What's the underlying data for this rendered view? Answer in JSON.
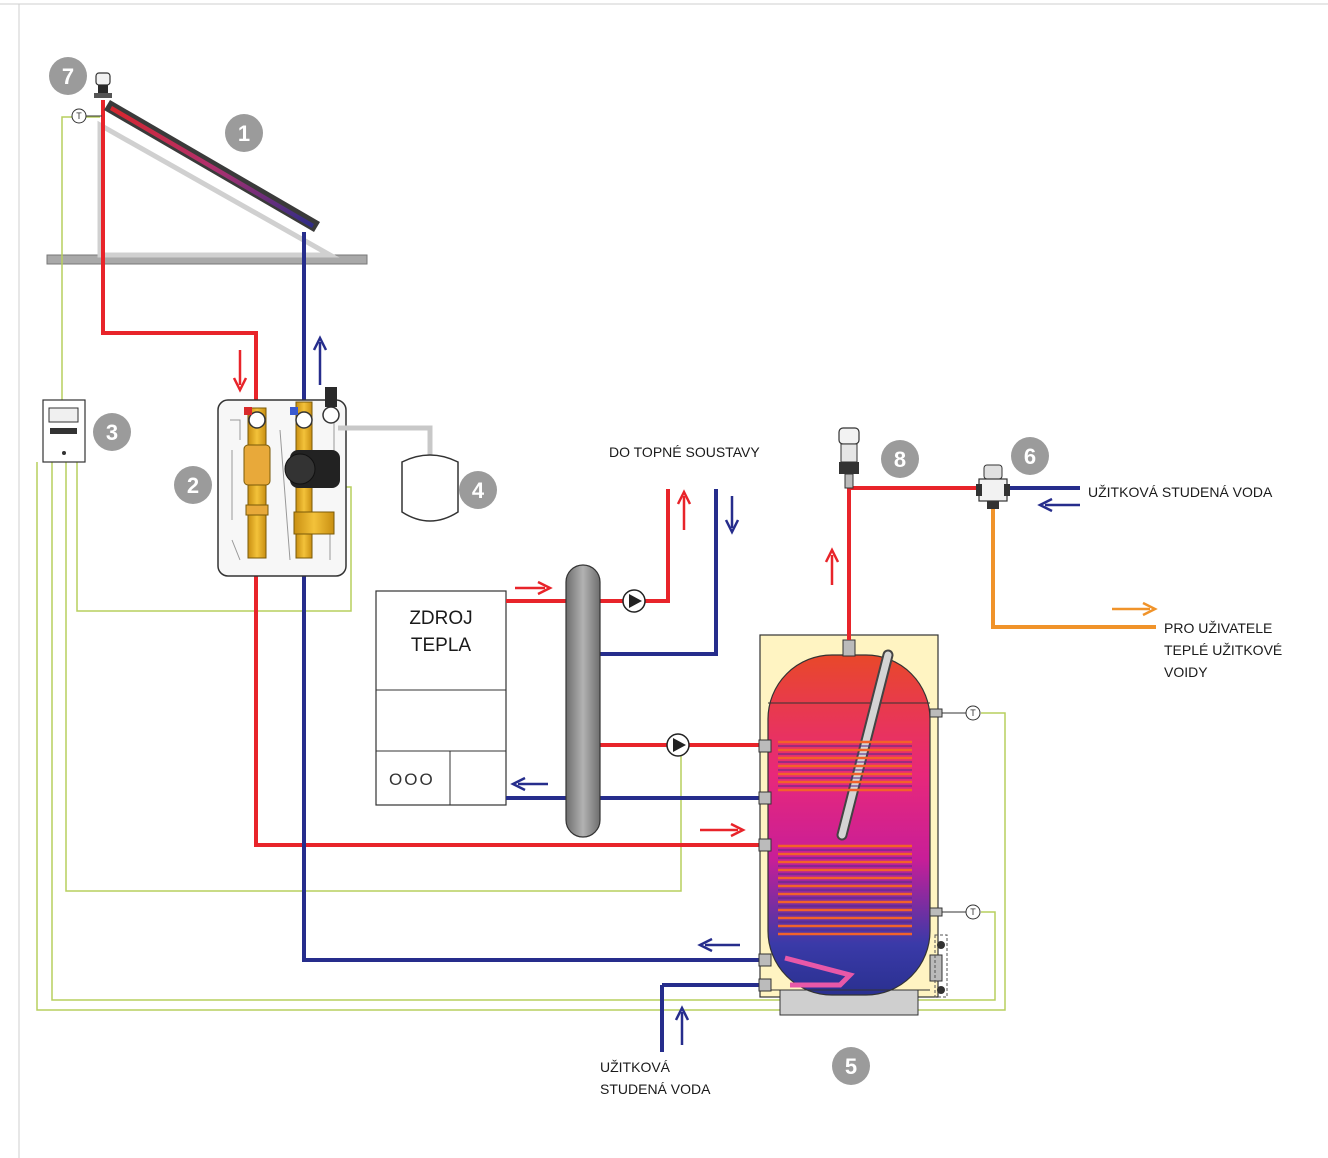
{
  "colors": {
    "hot": "#e8242a",
    "cold": "#262d8c",
    "warm_out": "#f0932a",
    "control_wire": "#b7cf5e",
    "badge": "#9b9b9b",
    "frame": "#c8c8c8"
  },
  "components": [
    {
      "number": "1",
      "icon": "solar-collector-icon"
    },
    {
      "number": "2",
      "icon": "pump-station-icon"
    },
    {
      "number": "3",
      "icon": "solar-controller-icon"
    },
    {
      "number": "4",
      "icon": "expansion-vessel-icon"
    },
    {
      "number": "5",
      "icon": "storage-tank-icon"
    },
    {
      "number": "6",
      "icon": "thermostatic-mixing-valve-icon"
    },
    {
      "number": "7",
      "icon": "collector-air-vent-icon"
    },
    {
      "number": "8",
      "icon": "tank-air-vent-icon"
    }
  ],
  "labels": {
    "heating_system": "DO TOPNÉ SOUSTAVY",
    "heat_source_line1": "ZDROJ",
    "heat_source_line2": "TEPLA",
    "boiler_dials": "OOO",
    "cold_water_right": "UŽITKOVÁ STUDENÁ VODA",
    "users_line1": "PRO UŽIVATELE",
    "users_line2": "TEPLÉ UŽITKOVÉ",
    "users_line3": "VOIDY",
    "cold_water_bottom_line1": "UŽITKOVÁ",
    "cold_water_bottom_line2": "STUDENÁ VODA",
    "sensor_symbol": "T"
  }
}
